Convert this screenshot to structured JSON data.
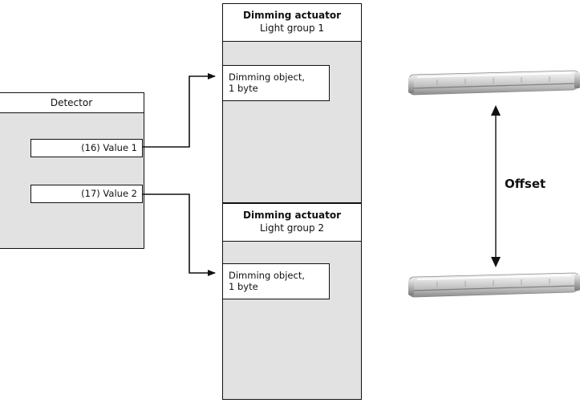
{
  "detector": {
    "title": "Detector",
    "outputs": [
      {
        "label": "(16) Value 1"
      },
      {
        "label": "(17) Value 2"
      }
    ]
  },
  "actuators": [
    {
      "title": "Dimming actuator",
      "subtitle": "Light group 1",
      "object_line1": "Dimming object,",
      "object_line2": "1 byte"
    },
    {
      "title": "Dimming actuator",
      "subtitle": "Light group 2",
      "object_line1": "Dimming object,",
      "object_line2": "1 byte"
    }
  ],
  "offset_label": "Offset",
  "colors": {
    "panel": "#e2e2e2",
    "line": "#111111"
  }
}
